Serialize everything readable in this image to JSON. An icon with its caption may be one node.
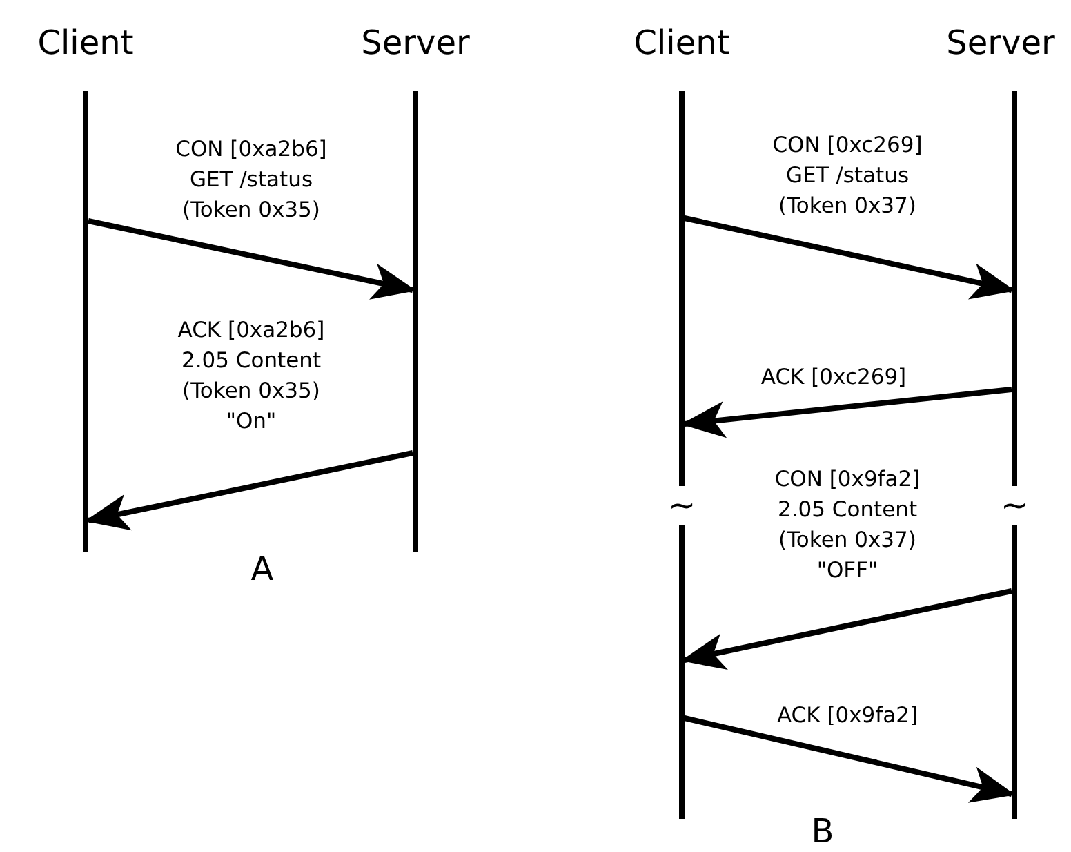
{
  "diagram": {
    "nodes": [
      {
        "text": [
          "Client"
        ]
      },
      {
        "text": [
          "Server"
        ]
      },
      {
        "text": [
          "Client"
        ]
      },
      {
        "text": [
          "Server"
        ]
      }
    ],
    "edges": [
      {
        "from": 0,
        "to": 1,
        "arrow": "to",
        "label": "CON [0xa2b6] GET /status (Token 0x35)"
      },
      {
        "from": 1,
        "to": 0,
        "arrow": "to",
        "label": "ACK [0xa2b6] 2.05 Content (Token 0x35) \"On\""
      },
      {
        "from": 2,
        "to": 3,
        "arrow": "to",
        "label": "CON [0xc269] GET /status (Token 0x37)"
      },
      {
        "from": 3,
        "to": 2,
        "arrow": "to",
        "label": "ACK [0xc269]"
      },
      {
        "from": 3,
        "to": 2,
        "arrow": "to",
        "label": "CON [0x9fa2] 2.05 Content (Token 0x37) \"OFF\""
      },
      {
        "from": 2,
        "to": 3,
        "arrow": "to",
        "label": "ACK [0x9fa2]"
      }
    ],
    "labels": [
      "~",
      "~",
      "A",
      "B"
    ]
  }
}
